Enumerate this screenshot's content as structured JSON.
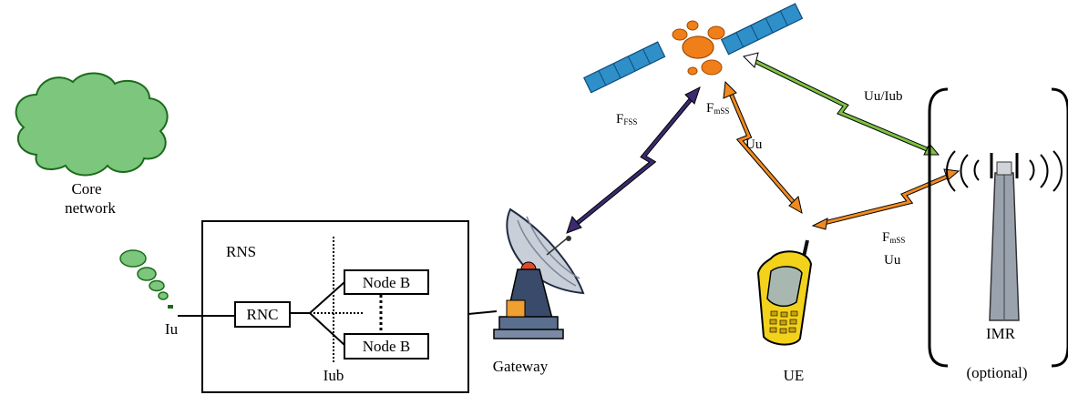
{
  "core_network": {
    "line1": "Core",
    "line2": "network"
  },
  "rns": {
    "title": "RNS",
    "rnc": "RNC",
    "node_b_top": "Node B",
    "node_b_bottom": "Node B",
    "iub": "Iub"
  },
  "interfaces": {
    "iu": "Iu"
  },
  "gateway": {
    "label": "Gateway"
  },
  "ue": {
    "label": "UE"
  },
  "imr": {
    "label": "IMR",
    "note": "(optional)"
  },
  "links": {
    "ffss_main": "F",
    "ffss_sub": "FSS",
    "fmss_main": "F",
    "fmss_sub": "mSS",
    "uu_sat": "Uu",
    "uu_iub": "Uu/Iub",
    "fmss_imr_main": "F",
    "fmss_imr_sub": "mSS",
    "uu_imr": "Uu"
  },
  "colors": {
    "cloud": "#7dc67d",
    "cloud_stroke": "#1a6b1a",
    "satellite_body": "#f07f1a",
    "solar_panel": "#2f8fc8",
    "link_gateway": "#3b2a6e",
    "link_ue": "#f08a1e",
    "link_imr": "#7cc242",
    "phone_body": "#f2d21a"
  }
}
